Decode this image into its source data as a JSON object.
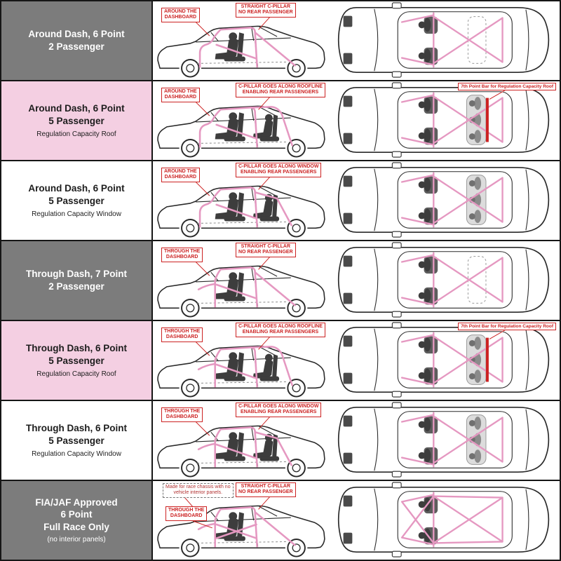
{
  "colors": {
    "cage_pink": "#e598c1",
    "callout_red": "#cc2222",
    "row_gray": "#7c7c7c",
    "row_pink": "#f4cfe2",
    "line_dark": "#2a2a2a",
    "occupant_dark": "#3d3d3d",
    "occupant_gray": "#8b8b8b"
  },
  "table": {
    "rows": [
      {
        "id": "around-dash-6pt-2pass",
        "label": {
          "lines": [
            "Around Dash, 6 Point",
            "2 Passenger"
          ],
          "sub": "",
          "theme": "gray"
        },
        "side": {
          "dash_callout": [
            "AROUND THE",
            "DASHBOARD"
          ],
          "pillar_callout": [
            "STRAIGHT C-PILLAR",
            "NO REAR PASSENGER"
          ],
          "note": [],
          "front_style": "around",
          "rear_style": "straight",
          "rear_passenger": false,
          "race": false
        },
        "top": {
          "callout": "",
          "seventh_point": false,
          "rear_passengers": false,
          "race": false
        }
      },
      {
        "id": "around-dash-6pt-5pass-roof",
        "label": {
          "lines": [
            "Around Dash, 6 Point",
            "5 Passenger"
          ],
          "sub": "Regulation Capacity Roof",
          "theme": "pink"
        },
        "side": {
          "dash_callout": [
            "AROUND THE",
            "DASHBOARD"
          ],
          "pillar_callout": [
            "C-PILLAR GOES ALONG ROOFLINE",
            "ENABLING REAR PASSENGERS"
          ],
          "note": [],
          "front_style": "around",
          "rear_style": "roofline",
          "rear_passenger": true,
          "race": false
        },
        "top": {
          "callout": "7th Point Bar for Regulation Capacity Roof",
          "seventh_point": true,
          "rear_passengers": true,
          "race": false
        }
      },
      {
        "id": "around-dash-6pt-5pass-window",
        "label": {
          "lines": [
            "Around Dash, 6 Point",
            "5 Passenger"
          ],
          "sub": "Regulation Capacity Window",
          "theme": "white"
        },
        "side": {
          "dash_callout": [
            "AROUND THE",
            "DASHBOARD"
          ],
          "pillar_callout": [
            "C-PILLAR GOES ALONG WINDOW",
            "ENABLING REAR PASSENGERS"
          ],
          "note": [],
          "front_style": "around",
          "rear_style": "window",
          "rear_passenger": true,
          "race": false
        },
        "top": {
          "callout": "",
          "seventh_point": false,
          "rear_passengers": true,
          "race": false
        }
      },
      {
        "id": "through-dash-7pt-2pass",
        "label": {
          "lines": [
            "Through Dash, 7 Point",
            "2 Passenger"
          ],
          "sub": "",
          "theme": "gray"
        },
        "side": {
          "dash_callout": [
            "THROUGH THE",
            "DASHBOARD"
          ],
          "pillar_callout": [
            "STRAIGHT C-PILLAR",
            "NO REAR PASSENGER"
          ],
          "note": [],
          "front_style": "through",
          "rear_style": "straight",
          "rear_passenger": false,
          "race": false
        },
        "top": {
          "callout": "",
          "seventh_point": false,
          "rear_passengers": false,
          "race": false
        }
      },
      {
        "id": "through-dash-6pt-5pass-roof",
        "label": {
          "lines": [
            "Through Dash, 6 Point",
            "5 Passenger"
          ],
          "sub": "Regulation Capacity Roof",
          "theme": "pink"
        },
        "side": {
          "dash_callout": [
            "THROUGH THE",
            "DASHBOARD"
          ],
          "pillar_callout": [
            "C-PILLAR GOES ALONG ROOFLINE",
            "ENABLING REAR PASSENGERS"
          ],
          "note": [],
          "front_style": "through",
          "rear_style": "roofline",
          "rear_passenger": true,
          "race": false
        },
        "top": {
          "callout": "7th Point Bar for Regulation Capacity Roof",
          "seventh_point": true,
          "rear_passengers": true,
          "race": false
        }
      },
      {
        "id": "through-dash-6pt-5pass-window",
        "label": {
          "lines": [
            "Through Dash, 6 Point",
            "5 Passenger"
          ],
          "sub": "Regulation Capacity Window",
          "theme": "white"
        },
        "side": {
          "dash_callout": [
            "THROUGH THE",
            "DASHBOARD"
          ],
          "pillar_callout": [
            "C-PILLAR GOES ALONG WINDOW",
            "ENABLING REAR PASSENGERS"
          ],
          "note": [],
          "front_style": "through",
          "rear_style": "window",
          "rear_passenger": true,
          "race": false
        },
        "top": {
          "callout": "",
          "seventh_point": false,
          "rear_passengers": true,
          "race": false
        }
      },
      {
        "id": "fia-jaf-6pt-full-race",
        "label": {
          "lines": [
            "FIA/JAF Approved",
            "6 Point",
            "Full Race Only"
          ],
          "sub": "(no interior panels)",
          "theme": "gray"
        },
        "side": {
          "dash_callout": [
            "THROUGH THE",
            "DASHBOARD"
          ],
          "pillar_callout": [
            "STRAIGHT C-PILLAR",
            "NO REAR PASSENGER"
          ],
          "note": [
            "Made for race chassis with no",
            "vehicle interior panels."
          ],
          "front_style": "through",
          "rear_style": "straight",
          "rear_passenger": false,
          "race": true
        },
        "top": {
          "callout": "",
          "seventh_point": false,
          "rear_passengers": false,
          "race": true
        }
      }
    ]
  }
}
